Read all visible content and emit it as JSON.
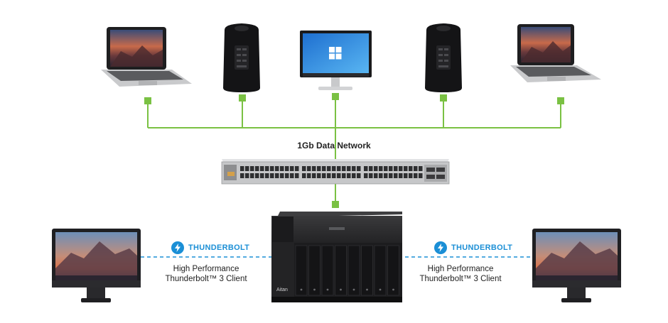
{
  "network_label": "1Gb Data Network",
  "thunderbolt": {
    "brand": "THUNDERBOLT",
    "client_line1": "High Performance",
    "client_line2": "Thunderbolt™ 3 Client"
  },
  "storage": {
    "brand": "Aitan"
  },
  "colors": {
    "network_line": "#7ac143",
    "thunderbolt_line": "#1b8fd6",
    "device_dark": "#2a2a2c"
  },
  "devices": {
    "top": [
      "laptop-icon",
      "mac-pro-icon",
      "windows-monitor-icon",
      "mac-pro-icon",
      "laptop-icon"
    ],
    "bottom": [
      "imac-pro-icon",
      "nas-storage-icon",
      "imac-pro-icon"
    ],
    "middle": [
      "network-switch-icon"
    ]
  }
}
